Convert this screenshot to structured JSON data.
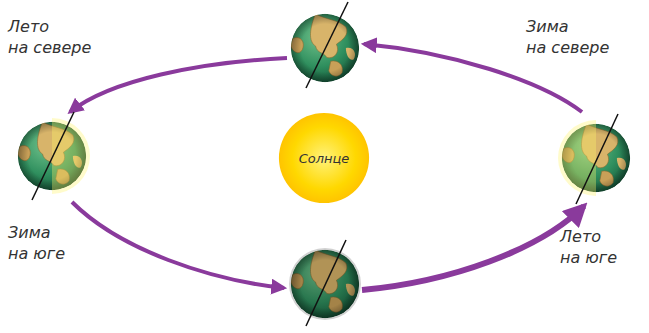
{
  "diagram": {
    "nodes": [
      {
        "text": [
          "Солнце"
        ]
      }
    ],
    "labels": [
      "Лето на севере",
      "Зима на севере",
      "Зима на юге",
      "Лето на юге"
    ]
  }
}
